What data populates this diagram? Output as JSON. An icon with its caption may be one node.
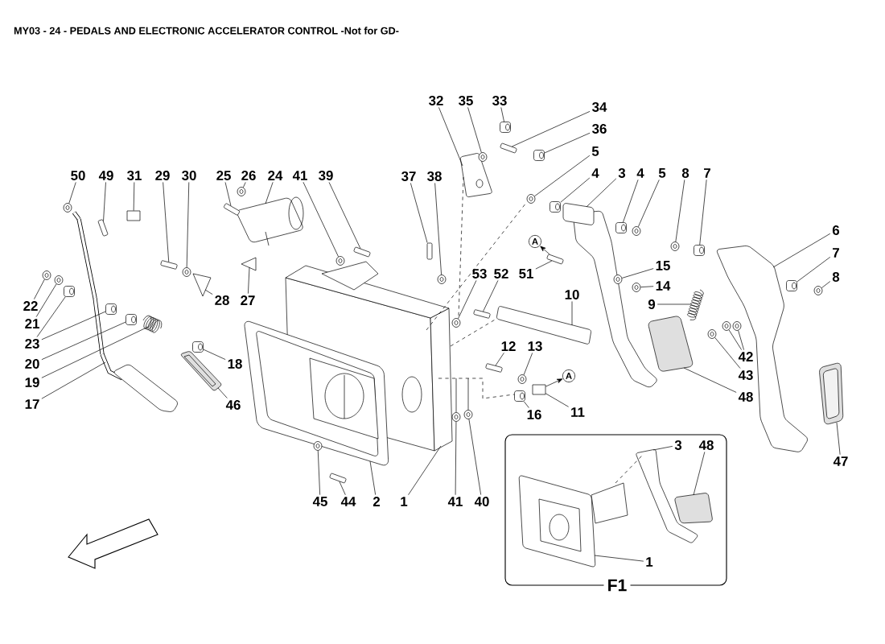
{
  "diagram": {
    "title": "MY03 - 24 - PEDALS AND ELECTRONIC ACCELERATOR CONTROL -Not for GD-",
    "nodes": [
      {
        "text": [
          "50"
        ]
      },
      {
        "text": [
          "49"
        ]
      },
      {
        "text": [
          "31"
        ]
      },
      {
        "text": [
          "29"
        ]
      },
      {
        "text": [
          "30"
        ]
      },
      {
        "text": [
          "25"
        ]
      },
      {
        "text": [
          "26"
        ]
      },
      {
        "text": [
          "24"
        ]
      },
      {
        "text": [
          "41"
        ]
      },
      {
        "text": [
          "39"
        ]
      },
      {
        "text": [
          "37"
        ]
      },
      {
        "text": [
          "38"
        ]
      },
      {
        "text": [
          "32"
        ]
      },
      {
        "text": [
          "35"
        ]
      },
      {
        "text": [
          "33"
        ]
      },
      {
        "text": [
          "34"
        ]
      },
      {
        "text": [
          "36"
        ]
      },
      {
        "text": [
          "5"
        ]
      },
      {
        "text": [
          "4"
        ]
      },
      {
        "text": [
          "3"
        ]
      },
      {
        "text": [
          "4"
        ]
      },
      {
        "text": [
          "5"
        ]
      },
      {
        "text": [
          "8"
        ]
      },
      {
        "text": [
          "7"
        ]
      },
      {
        "text": [
          "6"
        ]
      },
      {
        "text": [
          "7"
        ]
      },
      {
        "text": [
          "8"
        ]
      },
      {
        "text": [
          "A"
        ]
      },
      {
        "text": [
          "53"
        ]
      },
      {
        "text": [
          "52"
        ]
      },
      {
        "text": [
          "51"
        ]
      },
      {
        "text": [
          "15"
        ]
      },
      {
        "text": [
          "14"
        ]
      },
      {
        "text": [
          "10"
        ]
      },
      {
        "text": [
          "9"
        ]
      },
      {
        "text": [
          "22"
        ]
      },
      {
        "text": [
          "21"
        ]
      },
      {
        "text": [
          "23"
        ]
      },
      {
        "text": [
          "28"
        ]
      },
      {
        "text": [
          "27"
        ]
      },
      {
        "text": [
          "20"
        ]
      },
      {
        "text": [
          "19"
        ]
      },
      {
        "text": [
          "17"
        ]
      },
      {
        "text": [
          "18"
        ]
      },
      {
        "text": [
          "46"
        ]
      },
      {
        "text": [
          "12"
        ]
      },
      {
        "text": [
          "13"
        ]
      },
      {
        "text": [
          "A"
        ]
      },
      {
        "text": [
          "16"
        ]
      },
      {
        "text": [
          "11"
        ]
      },
      {
        "text": [
          "42"
        ]
      },
      {
        "text": [
          "43"
        ]
      },
      {
        "text": [
          "48"
        ]
      },
      {
        "text": [
          "47"
        ]
      },
      {
        "text": [
          "45"
        ]
      },
      {
        "text": [
          "44"
        ]
      },
      {
        "text": [
          "2"
        ]
      },
      {
        "text": [
          "1"
        ]
      },
      {
        "text": [
          "41"
        ]
      },
      {
        "text": [
          "40"
        ]
      },
      {
        "text": [
          "F1"
        ]
      },
      {
        "text": [
          "3"
        ],
        "in": 60
      },
      {
        "text": [
          "48"
        ],
        "in": 60
      },
      {
        "text": [
          "1"
        ],
        "in": 60
      },
      {
        "text": [],
        "shape": "circle"
      },
      {
        "text": [],
        "shape": "bar"
      },
      {
        "text": [],
        "shape": "box"
      },
      {
        "text": [],
        "shape": "bar"
      },
      {
        "text": [],
        "shape": "circle"
      },
      {
        "text": [],
        "shape": "bar"
      },
      {
        "text": [],
        "shape": "circle"
      },
      {
        "text": [],
        "shape": "picture"
      },
      {
        "text": [],
        "shape": "circle"
      },
      {
        "text": [],
        "shape": "bar"
      },
      {
        "text": [],
        "shape": "bar"
      },
      {
        "text": [],
        "shape": "circle"
      },
      {
        "text": [],
        "shape": "picture"
      },
      {
        "text": [],
        "shape": "circle"
      },
      {
        "text": [],
        "shape": "cylinder"
      },
      {
        "text": [],
        "shape": "bar"
      },
      {
        "text": [],
        "shape": "cylinder"
      },
      {
        "text": [],
        "shape": "circle"
      },
      {
        "text": [],
        "shape": "cylinder"
      },
      {
        "text": [],
        "shape": "picture"
      },
      {
        "text": [],
        "shape": "cylinder"
      },
      {
        "text": [],
        "shape": "circle"
      },
      {
        "text": [],
        "shape": "circle"
      },
      {
        "text": [],
        "shape": "cylinder"
      },
      {
        "text": [],
        "shape": "picture"
      },
      {
        "text": [],
        "shape": "cylinder"
      },
      {
        "text": [],
        "shape": "circle"
      },
      {
        "text": [],
        "shape": "circle"
      },
      {
        "text": [],
        "shape": "bar"
      },
      {
        "text": [],
        "shape": "bar"
      },
      {
        "text": [],
        "shape": "circle"
      },
      {
        "text": [],
        "shape": "circle"
      },
      {
        "text": [],
        "shape": "picture"
      },
      {
        "text": [],
        "shape": "picture"
      },
      {
        "text": [],
        "shape": "circle"
      },
      {
        "text": [],
        "shape": "circle"
      },
      {
        "text": [],
        "shape": "cylinder"
      },
      {
        "text": [],
        "shape": "cylinder"
      },
      {
        "text": [],
        "shape": "picture"
      },
      {
        "text": [],
        "shape": "picture"
      },
      {
        "text": [],
        "shape": "cylinder"
      },
      {
        "text": [],
        "shape": "picture"
      },
      {
        "text": [],
        "shape": "picture"
      },
      {
        "text": [],
        "shape": "cylinder"
      },
      {
        "text": [],
        "shape": "picture"
      },
      {
        "text": [],
        "shape": "bar"
      },
      {
        "text": [],
        "shape": "circle"
      },
      {
        "text": [],
        "shape": "cylinder"
      },
      {
        "text": [],
        "shape": "box"
      },
      {
        "text": [],
        "shape": "circle"
      },
      {
        "text": [],
        "shape": "circle"
      },
      {
        "text": [],
        "shape": "circle"
      },
      {
        "text": [],
        "shape": "picture"
      },
      {
        "text": [],
        "shape": "picture"
      },
      {
        "text": [],
        "shape": "circle"
      },
      {
        "text": [],
        "shape": "bar"
      },
      {
        "text": [],
        "shape": "picture"
      },
      {
        "text": [],
        "shape": "picture"
      },
      {
        "text": [],
        "shape": "circle"
      },
      {
        "text": [],
        "shape": "circle"
      },
      {
        "text": [],
        "shape": "picture",
        "in": 60
      },
      {
        "text": [],
        "shape": "picture",
        "in": 60
      },
      {
        "text": [],
        "shape": "picture",
        "in": 60
      }
    ],
    "edges": [
      {
        "from": 0,
        "to": 64,
        "arrow": "none"
      },
      {
        "from": 1,
        "to": 65,
        "arrow": "none"
      },
      {
        "from": 2,
        "to": 66,
        "arrow": "none"
      },
      {
        "from": 3,
        "to": 67,
        "arrow": "none"
      },
      {
        "from": 4,
        "to": 68,
        "arrow": "none"
      },
      {
        "from": 5,
        "to": 69,
        "arrow": "none"
      },
      {
        "from": 6,
        "to": 70,
        "arrow": "none"
      },
      {
        "from": 7,
        "to": 71,
        "arrow": "none"
      },
      {
        "from": 8,
        "to": 72,
        "arrow": "none"
      },
      {
        "from": 9,
        "to": 73,
        "arrow": "none"
      },
      {
        "from": 10,
        "to": 74,
        "arrow": "none"
      },
      {
        "from": 11,
        "to": 75,
        "arrow": "none"
      },
      {
        "from": 12,
        "to": 76,
        "arrow": "none"
      },
      {
        "from": 13,
        "to": 77,
        "arrow": "none"
      },
      {
        "from": 14,
        "to": 78,
        "arrow": "none"
      },
      {
        "from": 15,
        "to": 79,
        "arrow": "none"
      },
      {
        "from": 16,
        "to": 80,
        "arrow": "none"
      },
      {
        "from": 17,
        "to": 81,
        "arrow": "none"
      },
      {
        "from": 18,
        "to": 82,
        "arrow": "none"
      },
      {
        "from": 19,
        "to": 83,
        "arrow": "none"
      },
      {
        "from": 20,
        "to": 84,
        "arrow": "none"
      },
      {
        "from": 21,
        "to": 85,
        "arrow": "none"
      },
      {
        "from": 22,
        "to": 86,
        "arrow": "none"
      },
      {
        "from": 23,
        "to": 87,
        "arrow": "none"
      },
      {
        "from": 24,
        "to": 88,
        "arrow": "none"
      },
      {
        "from": 25,
        "to": 89,
        "arrow": "none"
      },
      {
        "from": 26,
        "to": 90,
        "arrow": "none"
      },
      {
        "from": 93,
        "to": 27,
        "arrow": "to"
      },
      {
        "from": 28,
        "to": 91,
        "arrow": "none"
      },
      {
        "from": 29,
        "to": 92,
        "arrow": "none"
      },
      {
        "from": 30,
        "to": 93,
        "arrow": "none"
      },
      {
        "from": 31,
        "to": 94,
        "arrow": "none"
      },
      {
        "from": 32,
        "to": 95,
        "arrow": "none"
      },
      {
        "from": 33,
        "to": 96,
        "arrow": "none"
      },
      {
        "from": 34,
        "to": 97,
        "arrow": "none"
      },
      {
        "from": 35,
        "to": 98,
        "arrow": "none"
      },
      {
        "from": 36,
        "to": 99,
        "arrow": "none"
      },
      {
        "from": 37,
        "to": 100,
        "arrow": "none"
      },
      {
        "from": 37,
        "to": 101,
        "arrow": "none"
      },
      {
        "from": 38,
        "to": 102,
        "arrow": "none"
      },
      {
        "from": 39,
        "to": 103,
        "arrow": "none"
      },
      {
        "from": 40,
        "to": 104,
        "arrow": "none"
      },
      {
        "from": 41,
        "to": 105,
        "arrow": "none"
      },
      {
        "from": 42,
        "to": 106,
        "arrow": "none"
      },
      {
        "from": 43,
        "to": 107,
        "arrow": "none"
      },
      {
        "from": 44,
        "to": 108,
        "arrow": "none"
      },
      {
        "from": 45,
        "to": 109,
        "arrow": "none"
      },
      {
        "from": 46,
        "to": 110,
        "arrow": "none"
      },
      {
        "from": 112,
        "to": 47,
        "arrow": "to"
      },
      {
        "from": 48,
        "to": 111,
        "arrow": "none"
      },
      {
        "from": 49,
        "to": 112,
        "arrow": "none"
      },
      {
        "from": 50,
        "to": 113,
        "arrow": "none"
      },
      {
        "from": 50,
        "to": 114,
        "arrow": "none"
      },
      {
        "from": 51,
        "to": 115,
        "arrow": "none"
      },
      {
        "from": 52,
        "to": 116,
        "arrow": "none"
      },
      {
        "from": 53,
        "to": 117,
        "arrow": "none"
      },
      {
        "from": 54,
        "to": 118,
        "arrow": "none"
      },
      {
        "from": 55,
        "to": 119,
        "arrow": "none"
      },
      {
        "from": 56,
        "to": 120,
        "arrow": "none"
      },
      {
        "from": 57,
        "to": 121,
        "arrow": "none"
      },
      {
        "from": 58,
        "to": 122,
        "arrow": "none"
      },
      {
        "from": 59,
        "to": 123,
        "arrow": "none"
      },
      {
        "from": 61,
        "to": 124,
        "arrow": "none"
      },
      {
        "from": 62,
        "to": 125,
        "arrow": "none"
      },
      {
        "from": 63,
        "to": 126,
        "arrow": "none"
      },
      {
        "from": 121,
        "to": 76,
        "arrow": "none",
        "style": "dashed"
      },
      {
        "from": 121,
        "to": 81,
        "arrow": "none",
        "style": "dashed"
      },
      {
        "from": 121,
        "to": 96,
        "arrow": "none",
        "style": "dashed"
      },
      {
        "from": 121,
        "to": 111,
        "arrow": "none",
        "style": "dashed"
      },
      {
        "from": 126,
        "to": 124,
        "arrow": "none",
        "style": "dashed"
      },
      {
        "from": 122,
        "to": 121,
        "arrow": "none"
      },
      {
        "from": 123,
        "to": 121,
        "arrow": "none"
      }
    ]
  }
}
